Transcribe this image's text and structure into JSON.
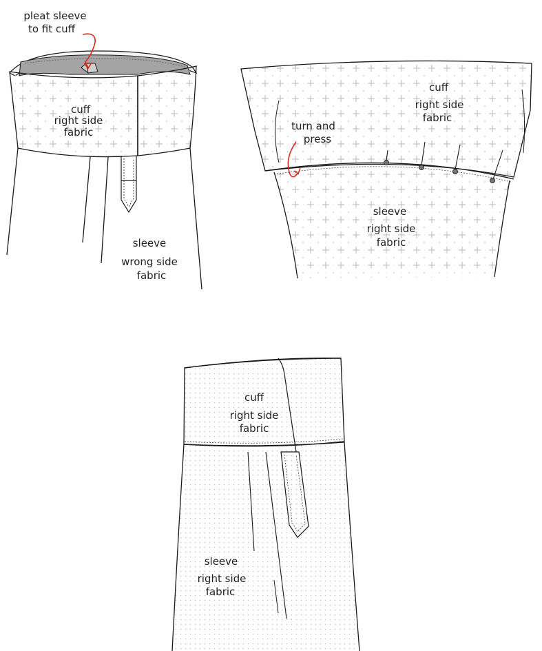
{
  "colors": {
    "line": "#1a1a1a",
    "dot": "#b8b8b8",
    "pleat_shadow": "#9a9a9a",
    "accent_red": "#e0281e",
    "pin_head": "#777777"
  },
  "panel1": {
    "label_pleat_line1": "pleat sleeve",
    "label_pleat_line2": "to fit cuff",
    "cuff_line1": "cuff",
    "cuff_line2": "right side",
    "cuff_line3": "fabric",
    "sleeve_line1": "sleeve",
    "sleeve_line2": "wrong side",
    "sleeve_line3": "fabric"
  },
  "panel2": {
    "cuff_line1": "cuff",
    "cuff_line2": "right side",
    "cuff_line3": "fabric",
    "turn_line1": "turn and",
    "turn_line2": "press",
    "sleeve_line1": "sleeve",
    "sleeve_line2": "right side",
    "sleeve_line3": "fabric"
  },
  "panel3": {
    "cuff_line1": "cuff",
    "cuff_line2": "right side",
    "cuff_line3": "fabric",
    "sleeve_line1": "sleeve",
    "sleeve_line2": "right side",
    "sleeve_line3": "fabric"
  }
}
